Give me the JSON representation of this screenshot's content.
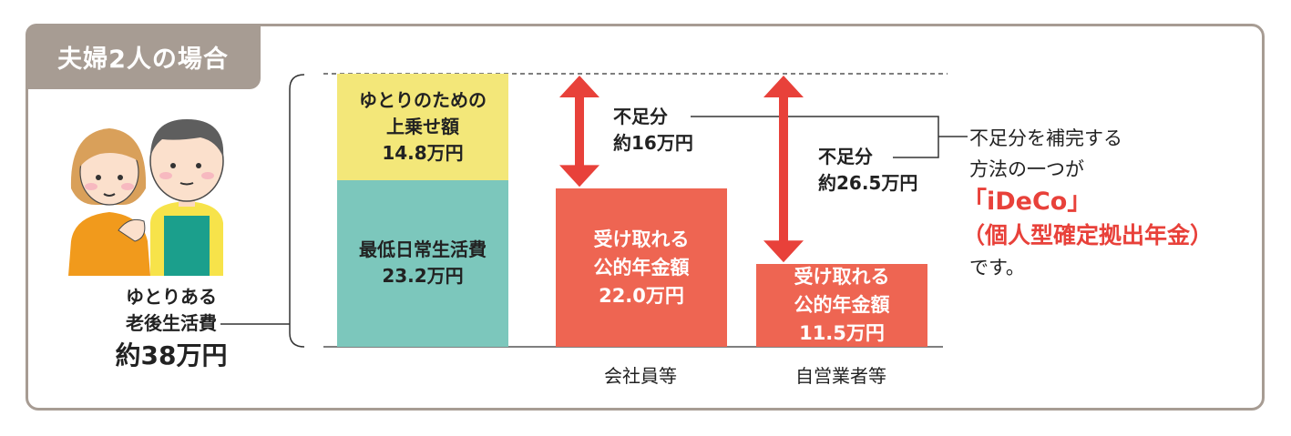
{
  "tab_title": "夫婦2人の場合",
  "left_label": {
    "line1": "ゆとりある",
    "line2": "老後生活費",
    "amount": "約38万円"
  },
  "yutori_box": {
    "line1": "ゆとりのための",
    "line2": "上乗せ額",
    "line3": "14.8万円"
  },
  "minimum_box": {
    "line1": "最低日常生活費",
    "line2": "23.2万円"
  },
  "employee_box": {
    "line1": "受け取れる",
    "line2": "公的年金額",
    "line3": "22.0万円"
  },
  "self_box": {
    "line1": "受け取れる",
    "line2": "公的年金額",
    "line3": "11.5万円"
  },
  "shortfall_employee": {
    "label": "不足分",
    "amount": "約16万円"
  },
  "shortfall_self": {
    "label": "不足分",
    "amount": "約26.5万円"
  },
  "category_labels": {
    "employee": "会社員等",
    "self_employed": "自営業者等"
  },
  "right_text": {
    "line1": "不足分を補完する",
    "line2": "方法の一つが",
    "highlight1": "「iDeCo」",
    "highlight2": "（個人型確定拠出年金）",
    "line3": "です。"
  },
  "colors": {
    "frame": "#a79c93",
    "yellow": "#f3e779",
    "teal": "#7cc7bc",
    "coral": "#ee6552",
    "red": "#e8413a",
    "arrow": "#e8413a"
  },
  "chart_data": {
    "type": "bar",
    "categories": [
      "",
      "会社員等",
      "自営業者等"
    ],
    "series": [
      {
        "name": "",
        "values": [
          23.2,
          22.0,
          11.5
        ]
      },
      {
        "name": "",
        "values": [
          14.8,
          0,
          0
        ]
      }
    ],
    "shortfalls": [
      0,
      16,
      26.5
    ],
    "ylim": [
      0,
      38
    ]
  }
}
